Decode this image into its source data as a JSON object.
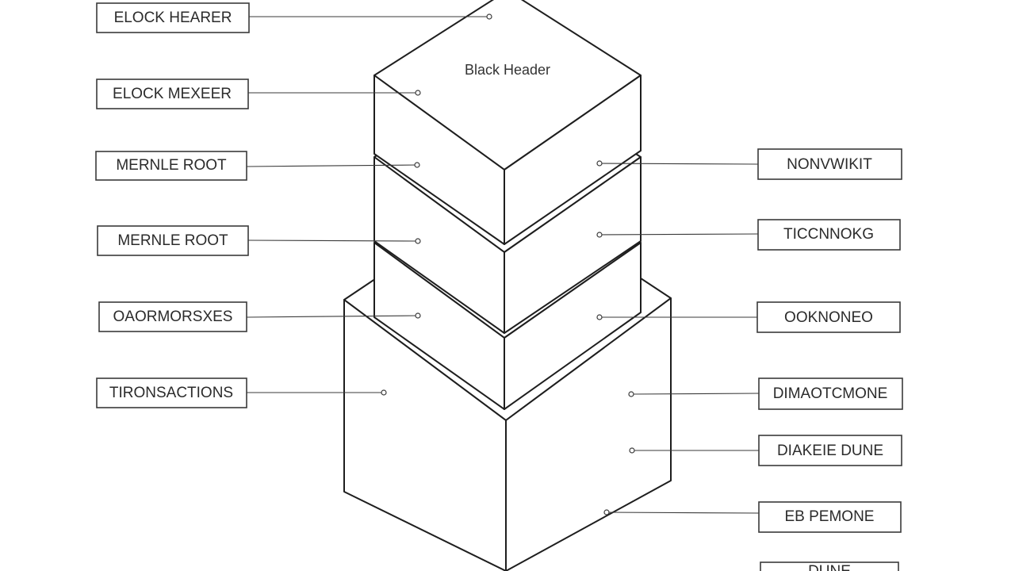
{
  "diagram": {
    "top_caption": "Black Header",
    "left_labels": [
      "ELOCK HEARER",
      "ELOCK MEXEER",
      "MERNLE ROOT",
      "MERNLE ROOT",
      "OAORMORSXES",
      "TIRONSACTIONS"
    ],
    "right_labels": [
      "NONVWIKIT",
      "TICCNNOKG",
      "OOKNONEO",
      "DIMAOTCMONE",
      "DIAKEIE DUNE",
      "EB PEMONE",
      "DUNE"
    ]
  }
}
